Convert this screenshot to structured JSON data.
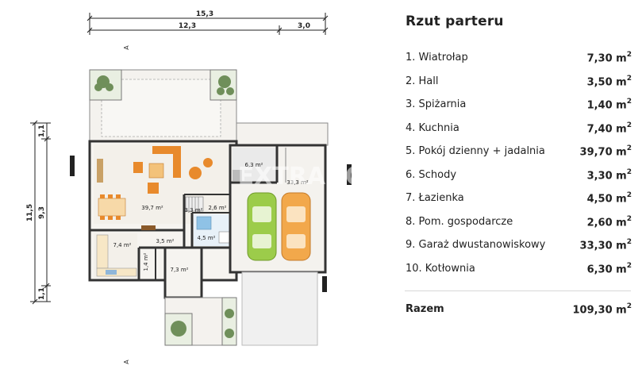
{
  "plan": {
    "dims": {
      "total_width": "15,3",
      "main_width": "12,3",
      "garage_width": "3,0",
      "total_height": "11,5",
      "main_height": "9,3",
      "top_small": "1,1",
      "bottom_small": "1,1"
    },
    "section_marker": "A",
    "watermark": "EXTRADOM",
    "rooms": {
      "living": "39,7 m²",
      "boiler": "6,3 m²",
      "garage": "33,3 m²",
      "stairs": "3,3 m²",
      "utility": "2,6 m²",
      "bathroom": "4,5 m²",
      "kitchen": "7,4 m²",
      "hall": "3,5 m²",
      "pantry": "1,4 m²",
      "vestibule": "7,3 m²"
    }
  },
  "panel": {
    "title": "Rzut parteru",
    "rows": [
      {
        "label": "1. Wiatrołap",
        "value": "7,30 m",
        "sup": "2"
      },
      {
        "label": "2. Hall",
        "value": "3,50 m",
        "sup": "2"
      },
      {
        "label": "3. Spiżarnia",
        "value": "1,40 m",
        "sup": "2"
      },
      {
        "label": "4. Kuchnia",
        "value": "7,40 m",
        "sup": "2"
      },
      {
        "label": "5. Pokój dzienny + jadalnia",
        "value": "39,70 m",
        "sup": "2"
      },
      {
        "label": "6. Schody",
        "value": "3,30 m",
        "sup": "2"
      },
      {
        "label": "7. Łazienka",
        "value": "4,50 m",
        "sup": "2"
      },
      {
        "label": "8. Pom. gospodarcze",
        "value": "2,60 m",
        "sup": "2"
      },
      {
        "label": "9. Garaż dwustanowiskowy",
        "value": "33,30 m",
        "sup": "2"
      },
      {
        "label": "10. Kotłownia",
        "value": "6,30 m",
        "sup": "2"
      }
    ],
    "total": {
      "label": "Razem",
      "value": "109,30 m",
      "sup": "2"
    }
  }
}
